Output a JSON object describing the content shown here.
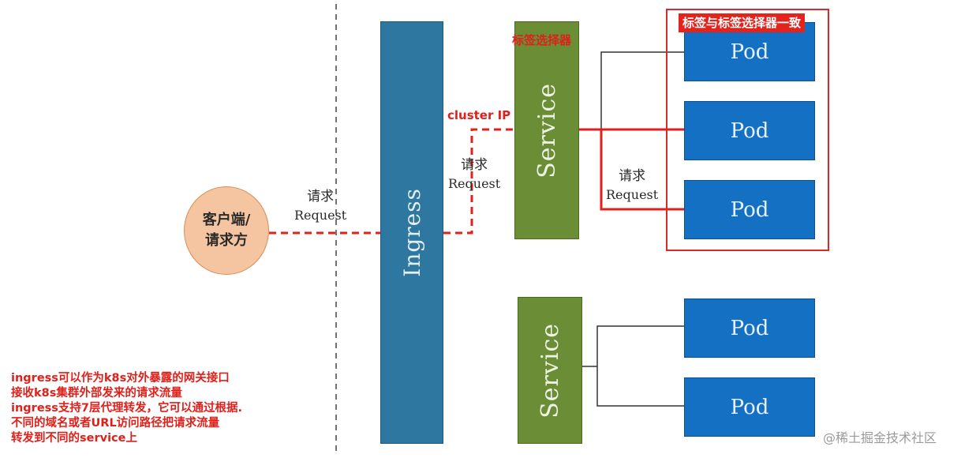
{
  "client": {
    "line1": "客户端/",
    "line2": "请求方"
  },
  "ingress": {
    "label": "Ingress"
  },
  "services": [
    {
      "label": "Service"
    },
    {
      "label": "Service"
    }
  ],
  "pods": [
    {
      "label": "Pod"
    },
    {
      "label": "Pod"
    },
    {
      "label": "Pod"
    },
    {
      "label": "Pod"
    },
    {
      "label": "Pod"
    }
  ],
  "requests": [
    {
      "zh": "请求",
      "en": "Request"
    },
    {
      "zh": "请求",
      "en": "Request"
    },
    {
      "zh": "请求",
      "en": "Request"
    }
  ],
  "annotations": {
    "selector": "标签选择器",
    "cluster_ip": "cluster IP",
    "label_match": "标签与标签选择器一致"
  },
  "note_lines": [
    "ingress可以作为k8s对外暴露的网关接口",
    "接收k8s集群外部发来的请求流量",
    "ingress支持7层代理转发，它可以通过根据.",
    "不同的域名或者URL访问路径把请求流量",
    "转发到不同的service上"
  ],
  "watermark": "@稀土掘金技术社区",
  "colors": {
    "ingress": "#2e77a0",
    "service": "#6a8d36",
    "pod": "#1470c3",
    "client": "#f4c5a0",
    "highlight_red": "#e0201b"
  }
}
